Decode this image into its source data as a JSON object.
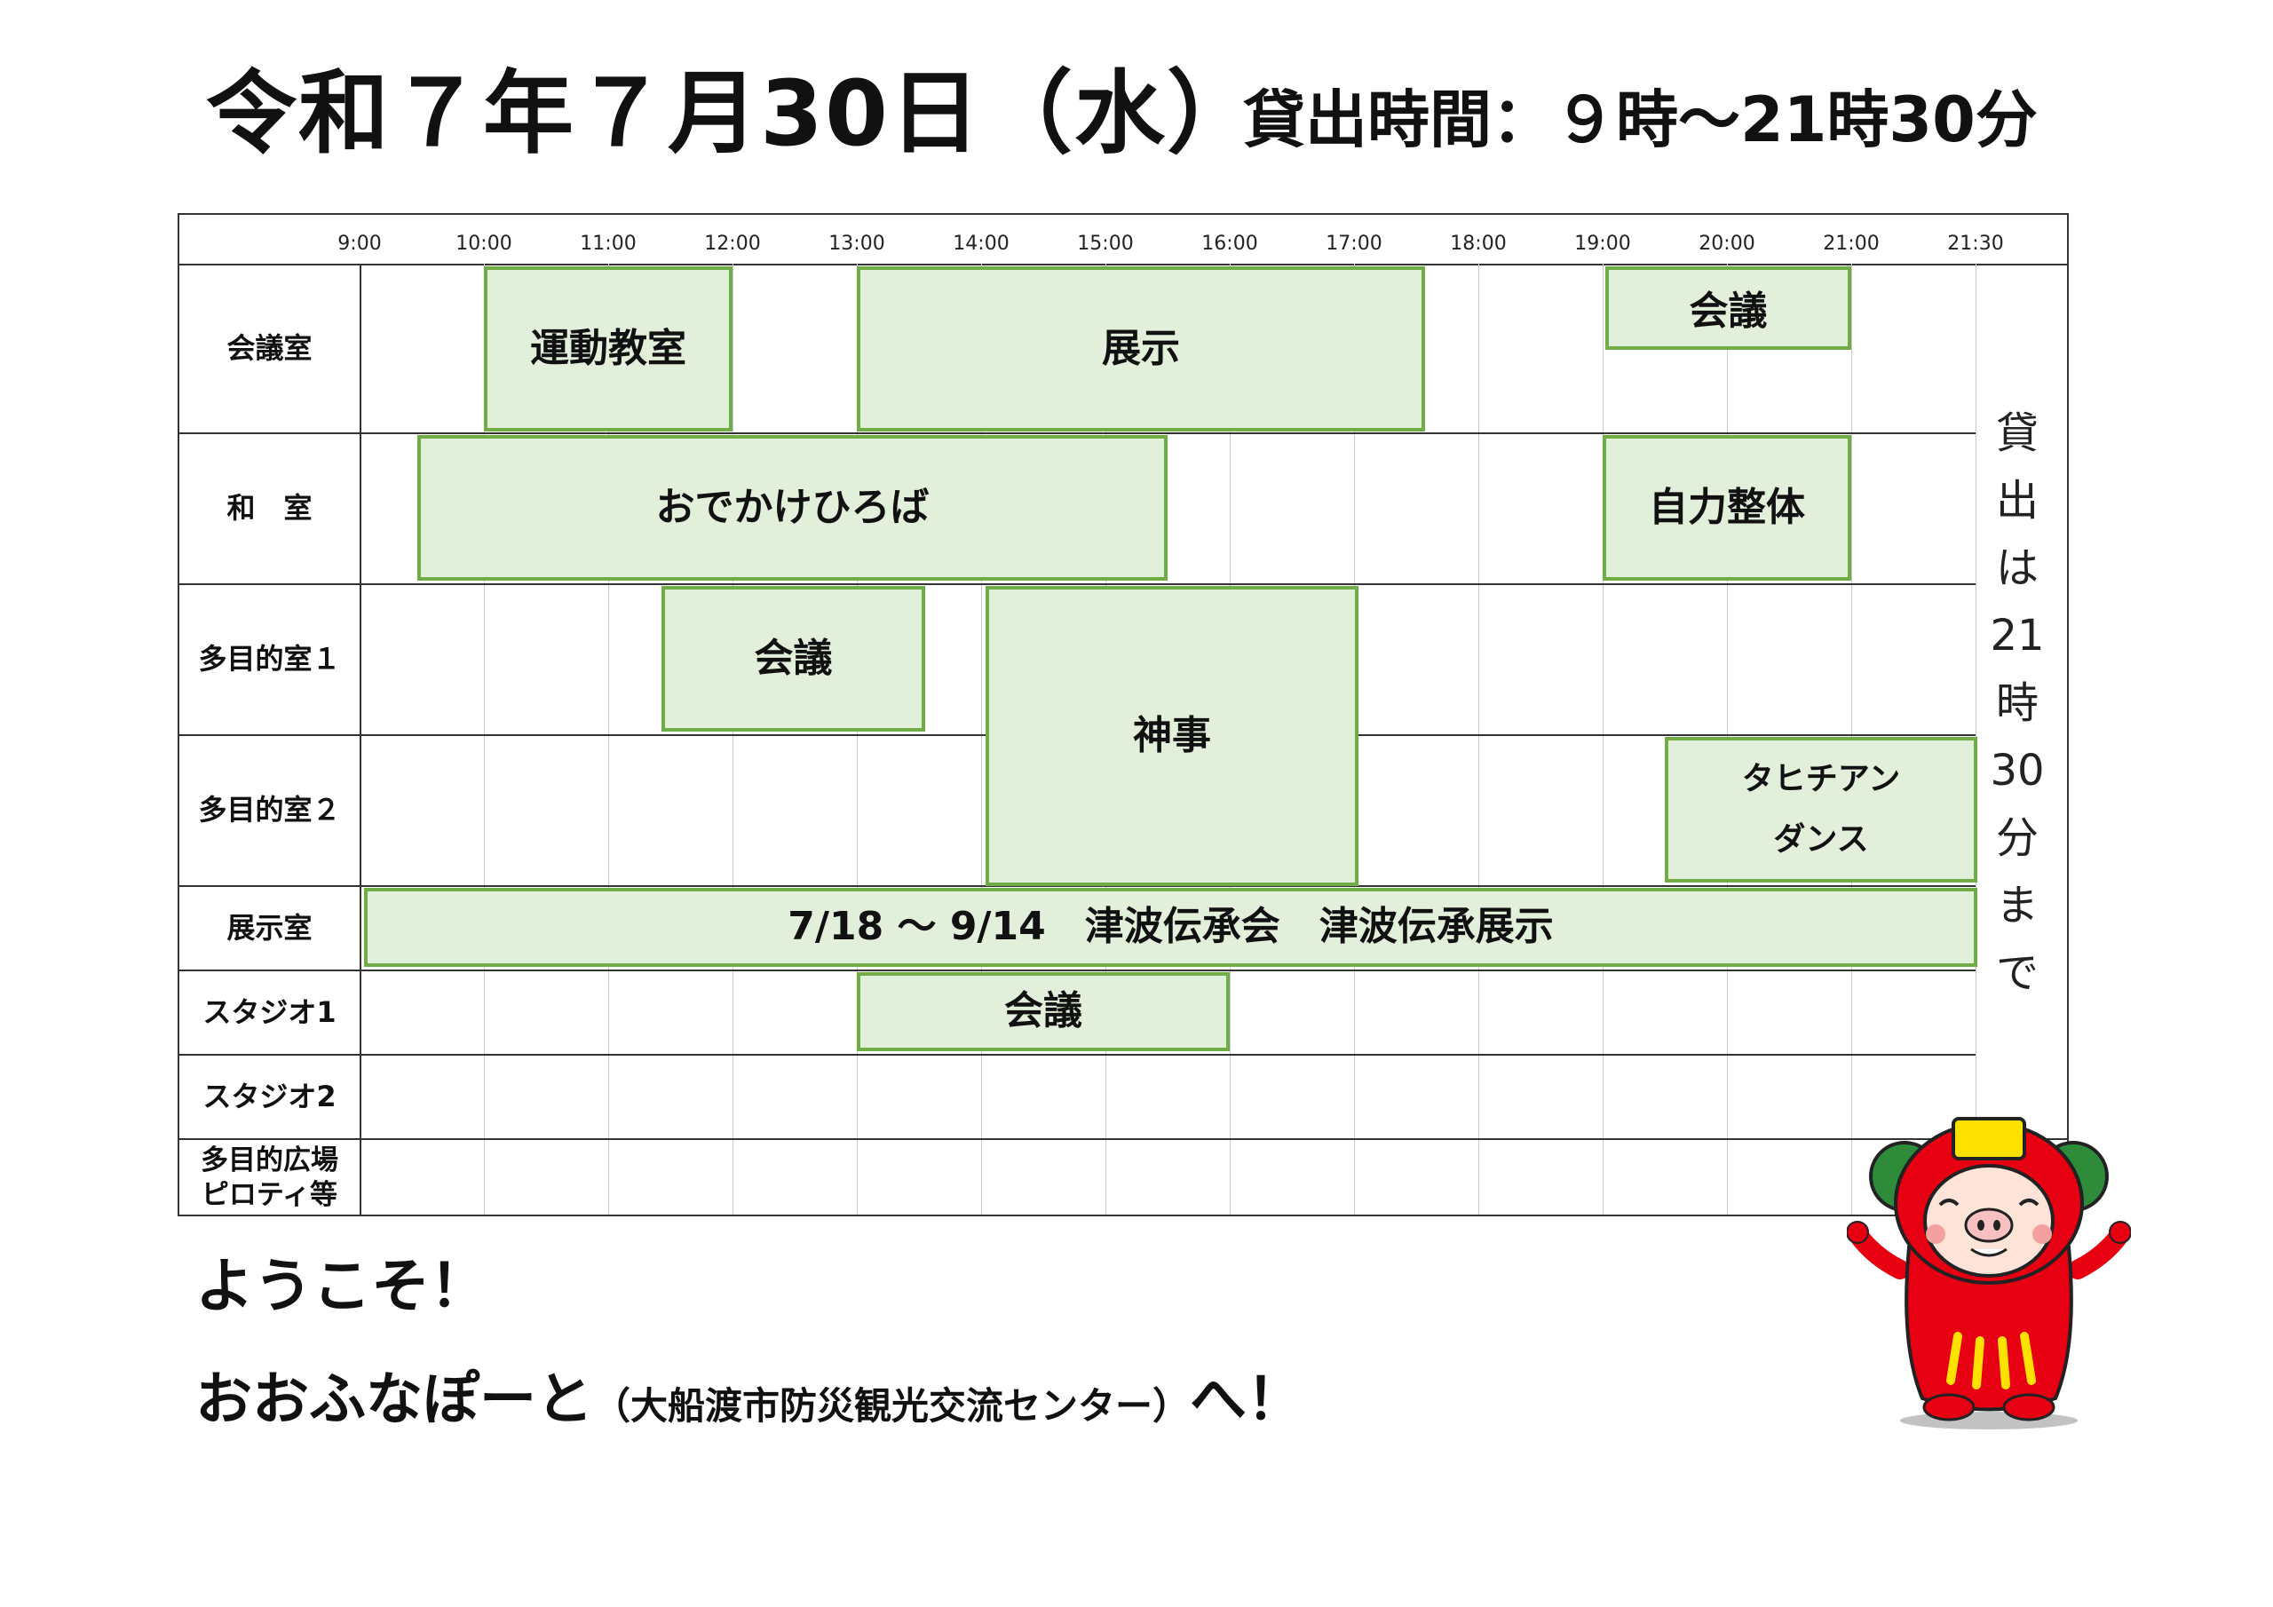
{
  "header": {
    "date_title": "令和７年７月30日（水）",
    "hours_label": "貸出時間：９時～21時30分"
  },
  "time_ticks": [
    "9:00",
    "10:00",
    "11:00",
    "12:00",
    "13:00",
    "14:00",
    "15:00",
    "16:00",
    "17:00",
    "18:00",
    "19:00",
    "20:00",
    "21:00",
    "21:30"
  ],
  "rooms": [
    "会議室",
    "和　室",
    "多目的室１",
    "多目的室２",
    "展示室",
    "スタジオ1",
    "スタジオ2",
    "多目的広場\nピロティ等"
  ],
  "bookings": [
    {
      "room": "会議室",
      "label": "運動教室"
    },
    {
      "room": "会議室",
      "label": "展示"
    },
    {
      "room": "会議室",
      "label": "会議"
    },
    {
      "room": "和　室",
      "label": "おでかけひろば"
    },
    {
      "room": "和　室",
      "label": "自力整体"
    },
    {
      "room": "多目的室１",
      "label": "会議"
    },
    {
      "room": "多目的室１・多目的室２",
      "label": "神事"
    },
    {
      "room": "多目的室２",
      "label": "タヒチアン\nダンス"
    },
    {
      "room": "展示室",
      "label": "7/18 ～ 9/14　津波伝承会　津波伝承展示"
    },
    {
      "room": "スタジオ1",
      "label": "会議"
    }
  ],
  "side_note": [
    "貸",
    "出",
    "は",
    "21",
    "時",
    "30",
    "分",
    "ま",
    "で"
  ],
  "footer": {
    "welcome_line1": "ようこそ！",
    "welcome_line2_main": "おおふなぽーと",
    "welcome_line2_sub": "（大船渡市防災観光交流センター）",
    "welcome_line2_end": "へ！"
  },
  "colors": {
    "booking_fill": "#e2efda",
    "booking_border": "#70ad47",
    "mascot_red": "#e60012",
    "mascot_green": "#2e8b3a",
    "mascot_hat": "#ffe100"
  },
  "mascot_icon": "daruma-pig-mascot-icon"
}
